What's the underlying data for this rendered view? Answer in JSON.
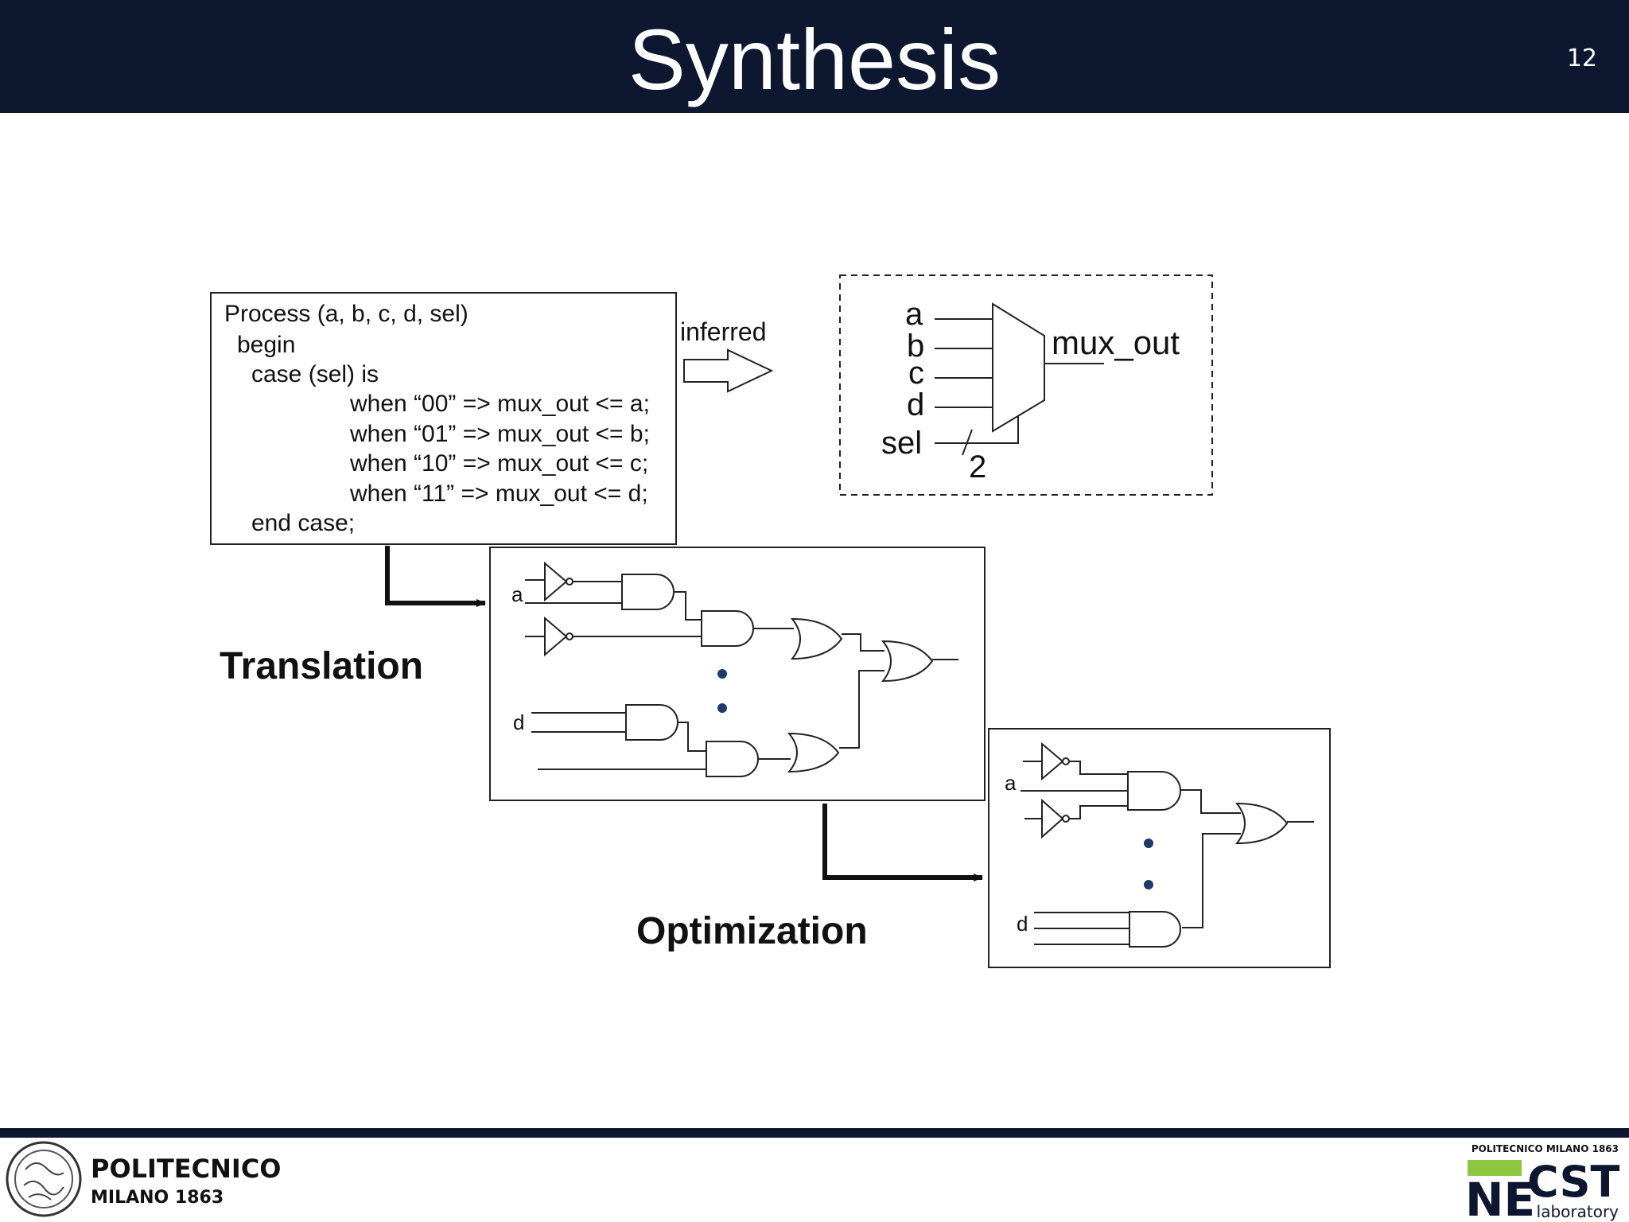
{
  "slide": {
    "title": "Synthesis",
    "number": "12"
  },
  "code": {
    "lines": [
      "Process (a, b, c, d, sel)",
      "begin",
      "case (sel) is",
      "when “00” => mux_out <= a;",
      "when “01” => mux_out <= b;",
      "when “10” => mux_out <= c;",
      "when “11” => mux_out <= d;",
      "end case;"
    ]
  },
  "mux": {
    "arrow_label": "inferred",
    "inputs": [
      "a",
      "b",
      "c",
      "d"
    ],
    "sel_label": "sel",
    "sel_width": "2",
    "output_label": "mux_out"
  },
  "translation": {
    "label": "Translation",
    "input_a": "a",
    "input_d": "d"
  },
  "optimization": {
    "label": "Optimization",
    "input_a": "a",
    "input_d": "d"
  },
  "footer": {
    "left_logo_line1": "POLITECNICO",
    "left_logo_line2": "MILANO 1863",
    "right_logo_top": "POLITECNICO MILANO 1863",
    "right_logo_ne": "NE",
    "right_logo_cst": "CST",
    "right_logo_sub": "laboratory",
    "accent_color": "#8dc63f",
    "navy_color": "#0d1730"
  }
}
